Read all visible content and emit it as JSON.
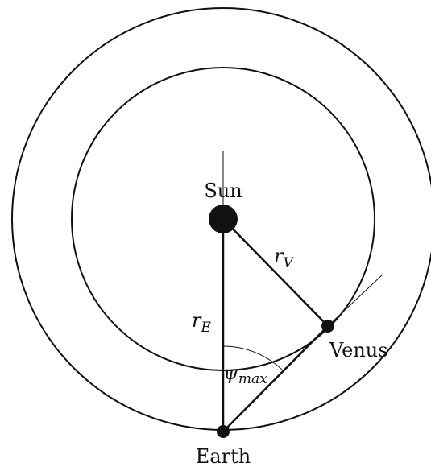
{
  "labels": {
    "sun": "Sun",
    "venus": "Venus",
    "earth": "Earth",
    "r_v_main": "r",
    "r_v_sub": "V",
    "r_e_main": "r",
    "r_e_sub": "E",
    "psi_main": "ψ",
    "psi_sub": "max"
  },
  "colors": {
    "stroke": "#111111",
    "background": "#ffffff"
  }
}
